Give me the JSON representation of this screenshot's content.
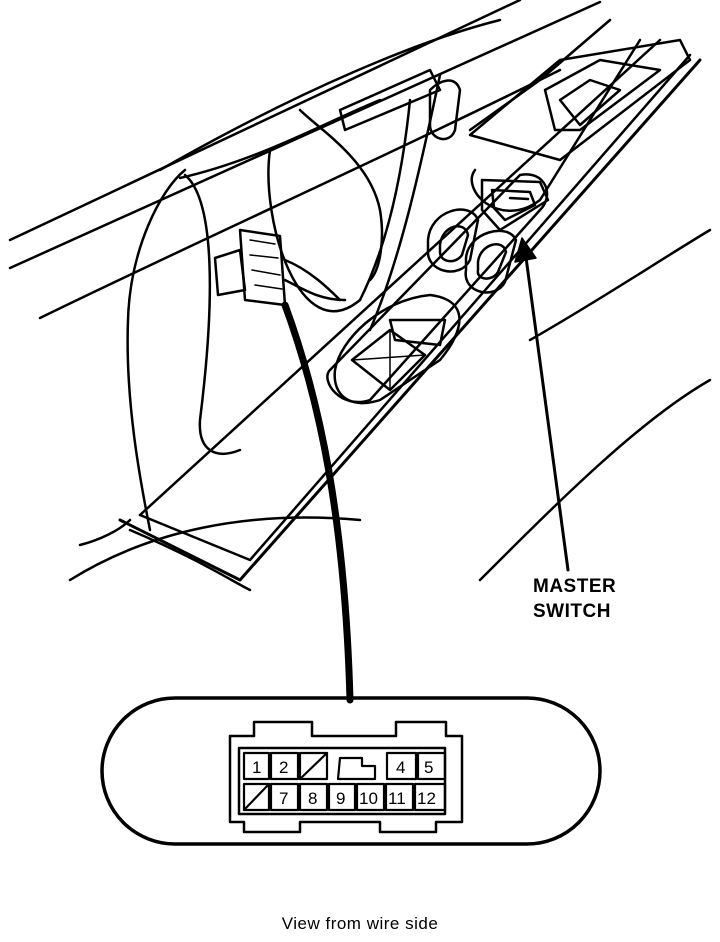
{
  "labels": {
    "master_switch_line1": "MASTER",
    "master_switch_line2": "SWITCH",
    "caption": "View from wire side"
  },
  "connector": {
    "top_row": [
      "1",
      "2",
      "",
      "",
      "",
      "4",
      "5"
    ],
    "bottom_row": [
      "",
      "7",
      "8",
      "9",
      "10",
      "11",
      "12"
    ]
  },
  "colors": {
    "line": "#000000",
    "background": "#ffffff"
  }
}
